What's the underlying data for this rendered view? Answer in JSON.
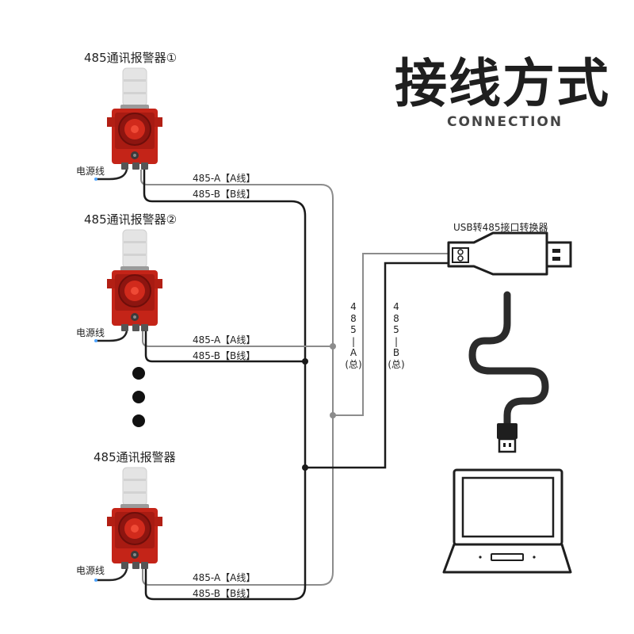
{
  "title": "接线方式",
  "subtitle": "CONNECTION",
  "devices": [
    {
      "title": "485通讯报警器①",
      "power_label": "电源线",
      "wire_a": "485-A【A线】",
      "wire_b": "485-B【B线】"
    },
    {
      "title": "485通讯报警器②",
      "power_label": "电源线",
      "wire_a": "485-A【A线】",
      "wire_b": "485-B【B线】"
    },
    {
      "title": "485通讯报警器",
      "power_label": "电源线",
      "wire_a": "485-A【A线】",
      "wire_b": "485-B【B线】"
    }
  ],
  "bus_a_label": [
    "4",
    "8",
    "5",
    "|",
    "A",
    "(总)"
  ],
  "bus_b_label": [
    "4",
    "8",
    "5",
    "|",
    "B",
    "(总)"
  ],
  "converter_label": "USB转485接口转换器",
  "colors": {
    "wire_a": "#8c8c8c",
    "wire_b": "#1a1a1a",
    "alarm_body": "#c42418",
    "alarm_lamp": "#e3e3e3"
  }
}
